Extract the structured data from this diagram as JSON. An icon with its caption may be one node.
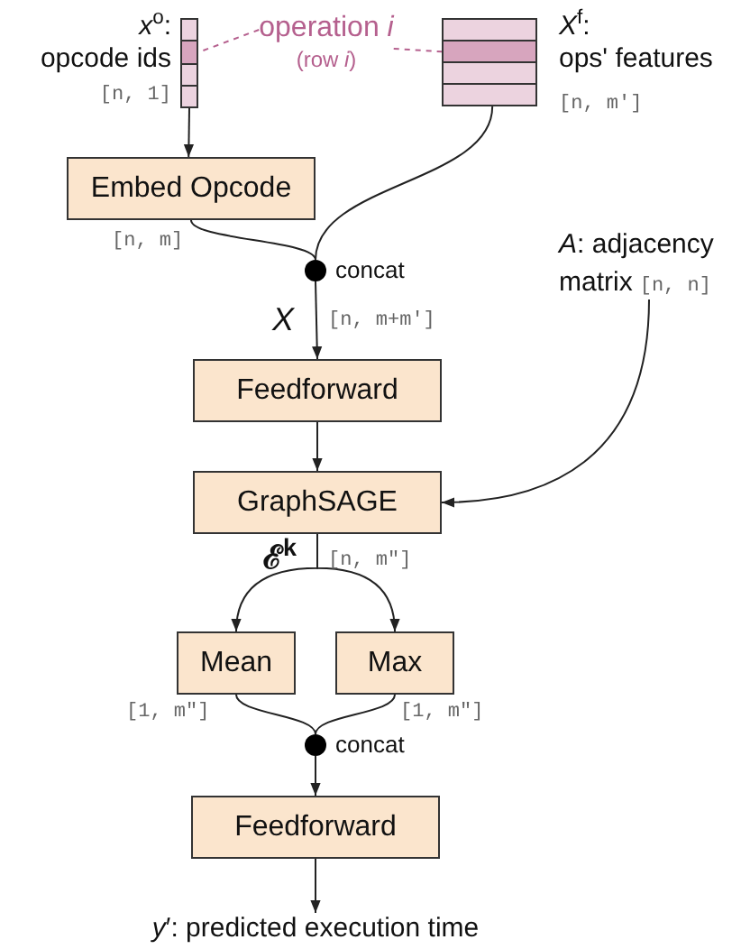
{
  "diagram": {
    "nodes": [
      {
        "text": [],
        "shape": "bar",
        "beside": [
          "*x*$^{o}$:",
          "opcode ids",
          "[n, 1]"
        ]
      },
      {
        "text": [],
        "shape": "box",
        "beside": [
          "*X*$^{f}$:",
          "ops' features",
          "[n, m′]"
        ]
      },
      {
        "text": [
          "operation *i*",
          "(row *i*)"
        ]
      },
      {
        "text": [
          "Embed Opcode"
        ],
        "beside": [
          "[n, m]"
        ]
      },
      {
        "text": [],
        "shape": "circle",
        "beside": [
          "concat"
        ]
      },
      {
        "text": [
          "*A*: adjacency matrix",
          "[n, n]"
        ]
      },
      {
        "text": [
          "Feedforward"
        ]
      },
      {
        "text": [
          "GraphSAGE"
        ]
      },
      {
        "text": [
          "Mean"
        ],
        "beside": [
          "[1, m″]"
        ]
      },
      {
        "text": [
          "Max"
        ],
        "beside": [
          "[1, m″]"
        ]
      },
      {
        "text": [],
        "shape": "circle",
        "beside": [
          "concat"
        ]
      },
      {
        "text": [
          "Feedforward"
        ]
      },
      {
        "text": [
          "*y*′: predicted execution time"
        ]
      }
    ],
    "edges": [
      {
        "from": 0,
        "to": 3,
        "arrow": "to"
      },
      {
        "from": 2,
        "to": 0,
        "arrow": "none",
        "style": "dashed",
        "color": "#b5608e"
      },
      {
        "from": 2,
        "to": 1,
        "arrow": "none",
        "style": "dashed",
        "color": "#b5608e"
      },
      {
        "from": 3,
        "to": 4,
        "arrow": "none"
      },
      {
        "from": 1,
        "to": 4,
        "arrow": "none"
      },
      {
        "from": 4,
        "to": 6,
        "arrow": "to"
      },
      {
        "from": 6,
        "to": 7,
        "arrow": "to"
      },
      {
        "from": 5,
        "to": 7,
        "arrow": "to"
      },
      {
        "from": 7,
        "to": 8,
        "arrow": "to"
      },
      {
        "from": 7,
        "to": 9,
        "arrow": "to"
      },
      {
        "from": 8,
        "to": 10,
        "arrow": "none"
      },
      {
        "from": 9,
        "to": 10,
        "arrow": "none"
      },
      {
        "from": 10,
        "to": 11,
        "arrow": "to"
      },
      {
        "from": 11,
        "to": 12,
        "arrow": "to"
      }
    ],
    "labels": [
      "*X*",
      "[n, m+m′]",
      "ℰ$^{k}$",
      "[n, m″]"
    ]
  }
}
